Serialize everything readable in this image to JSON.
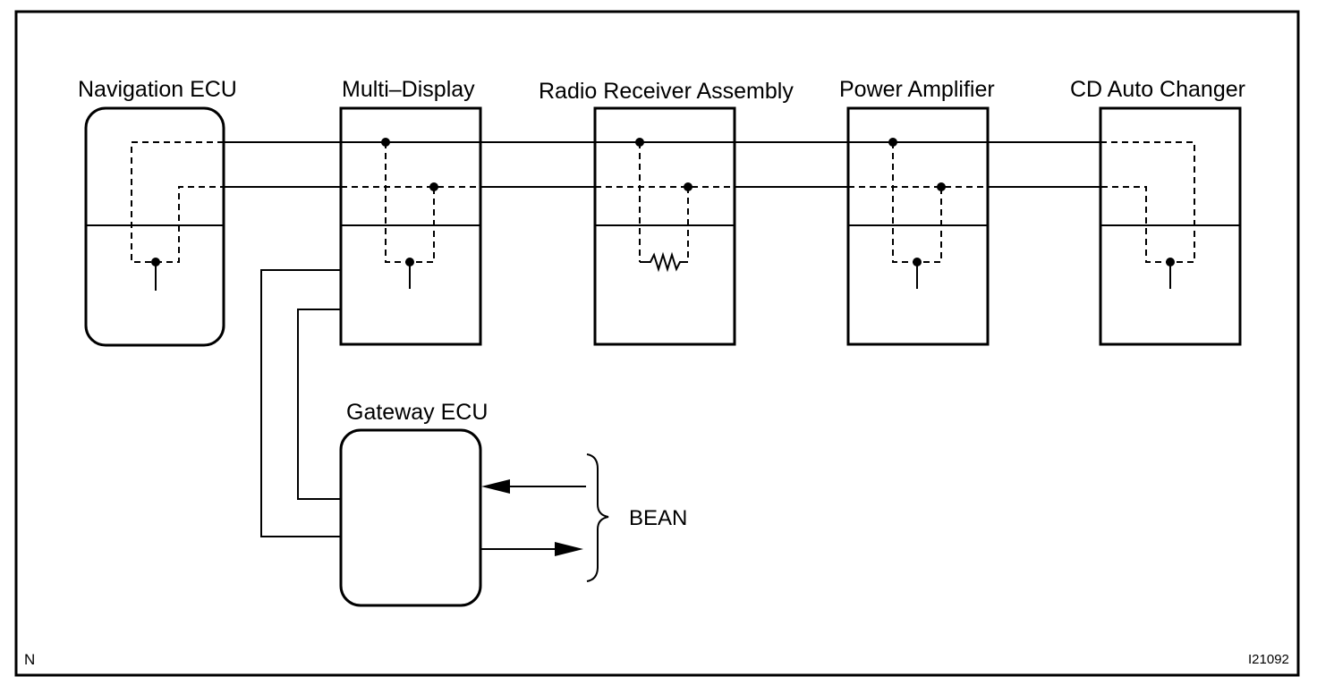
{
  "components": {
    "navigation_ecu": "Navigation ECU",
    "multi_display": "Multi–Display",
    "radio_receiver": "Radio Receiver Assembly",
    "power_amplifier": "Power Amplifier",
    "cd_auto_changer": "CD Auto Changer",
    "gateway_ecu": "Gateway ECU"
  },
  "bus_label": "BEAN",
  "corner_code": "N",
  "figure_id": "I21092"
}
